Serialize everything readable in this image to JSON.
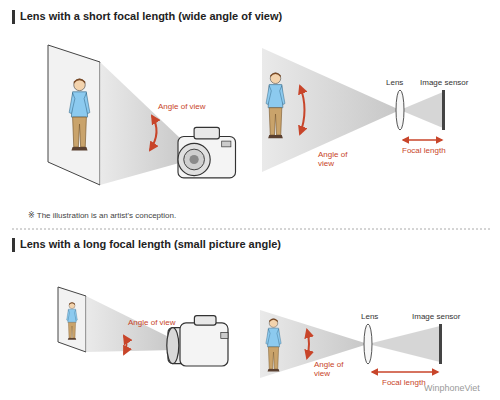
{
  "diagram": {
    "labels": [
      "Lens with a short focal length (wide angle of view)",
      "Angle of view",
      "Lens",
      "Image sensor",
      "Angle of view",
      "Focal length",
      "※ The illustration is an artist's conception.",
      "Lens with a long focal length (small picture angle)",
      "Angle of view",
      "Lens",
      "Image sensor",
      "Angle of view",
      "Focal length",
      "WinphoneViet"
    ]
  }
}
